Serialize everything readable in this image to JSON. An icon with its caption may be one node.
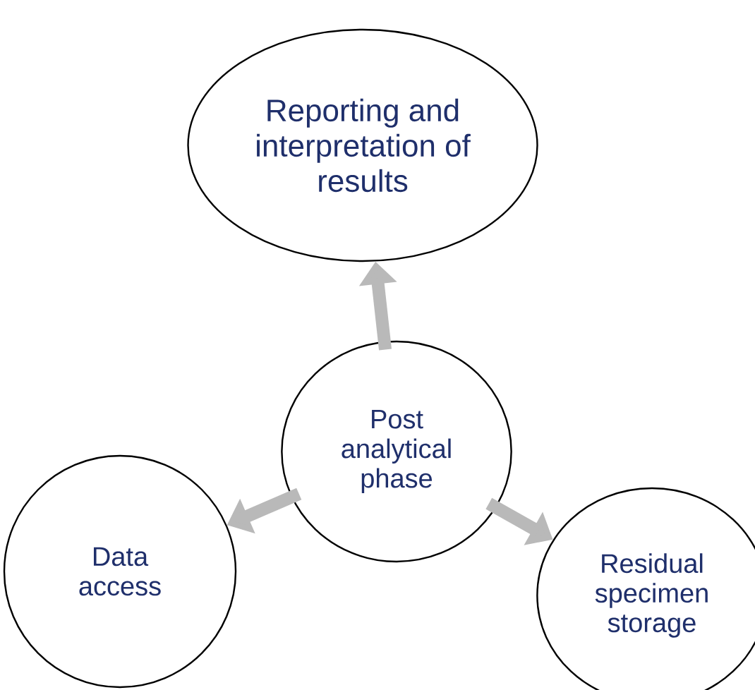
{
  "diagram": {
    "nodes": [
      {
        "text": [
          "Reporting and interpretation of results"
        ]
      },
      {
        "text": [
          "Post analytical phase"
        ]
      },
      {
        "text": [
          "Data access"
        ]
      },
      {
        "text": [
          "Residual specimen storage"
        ]
      }
    ],
    "edges": [
      {
        "from": 1,
        "to": 0,
        "arrow": "to"
      },
      {
        "from": 1,
        "to": 2,
        "arrow": "to"
      },
      {
        "from": 1,
        "to": 3,
        "arrow": "to"
      }
    ]
  }
}
